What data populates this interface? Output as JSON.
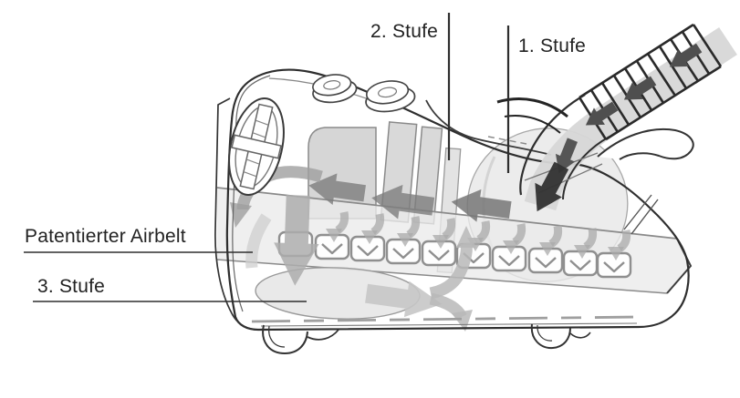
{
  "diagram": {
    "labels": {
      "stage1": "1. Stufe",
      "stage2": "2. Stufe",
      "stage3": "3. Stufe",
      "airbelt": "Patentierter Airbelt"
    },
    "colors": {
      "background": "#ffffff",
      "outline": "#2e2e2e",
      "arrow_dark": "#333333",
      "arrow_medium": "#7d7d7d",
      "arrow_light": "#bdbdbd",
      "fill_light": "#ebebeb"
    }
  }
}
